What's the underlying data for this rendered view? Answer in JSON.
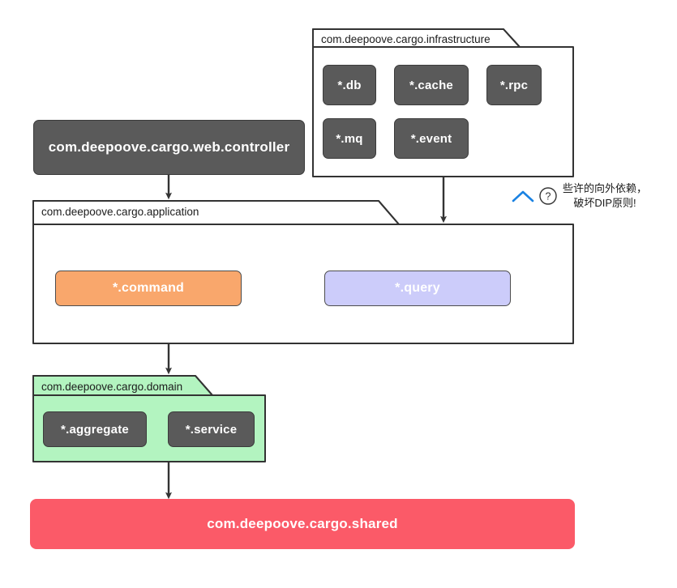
{
  "diagram": {
    "title": "DDD package dependency diagram",
    "colors": {
      "component_fill": "#5a5a5a",
      "component_stroke": "#3b3b3b",
      "command_fill": "#f9a76c",
      "query_fill": "#ccccfa",
      "domain_fill": "#b3f4c0",
      "shared_fill": "#fb5a68",
      "line": "#333333",
      "annotation_accent": "#1a82e2",
      "page_background": "#ffffff"
    },
    "packages": [
      {
        "id": "infrastructure",
        "label": "com.deepoove.cargo.infrastructure",
        "fill": "#ffffff",
        "children": [
          {
            "id": "db",
            "label": "*.db"
          },
          {
            "id": "cache",
            "label": "*.cache"
          },
          {
            "id": "rpc",
            "label": "*.rpc"
          },
          {
            "id": "mq",
            "label": "*.mq"
          },
          {
            "id": "event",
            "label": "*.event"
          }
        ]
      },
      {
        "id": "application",
        "label": "com.deepoove.cargo.application",
        "fill": "#ffffff",
        "children": [
          {
            "id": "command",
            "label": "*.command"
          },
          {
            "id": "query",
            "label": "*.query"
          }
        ]
      },
      {
        "id": "domain",
        "label": "com.deepoove.cargo.domain",
        "fill": "#b3f4c0",
        "children": [
          {
            "id": "aggregate",
            "label": "*.aggregate"
          },
          {
            "id": "service",
            "label": "*.service"
          }
        ]
      }
    ],
    "nodes": [
      {
        "id": "web-controller",
        "label": "com.deepoove.cargo.web.controller"
      },
      {
        "id": "shared",
        "label": "com.deepoove.cargo.shared"
      }
    ],
    "edges": [
      {
        "from": "web-controller",
        "to": "application"
      },
      {
        "from": "infrastructure",
        "to": "application"
      },
      {
        "from": "application",
        "to": "domain"
      },
      {
        "from": "domain",
        "to": "shared"
      }
    ],
    "annotation": {
      "line1": "些许的向外依赖，",
      "line2": "破坏DIP原则!",
      "chevron_icon": "chevron-up-icon",
      "help_icon": "question-mark-circle-icon",
      "help_glyph": "?"
    }
  }
}
